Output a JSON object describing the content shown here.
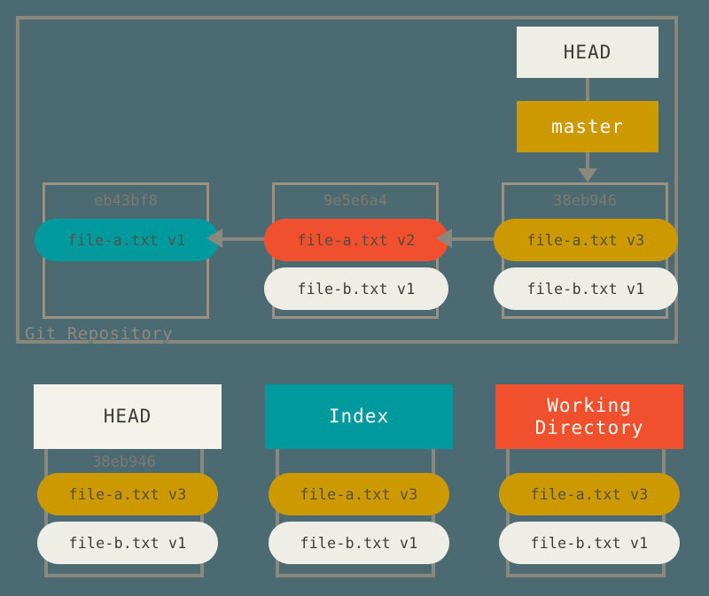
{
  "diagram": {
    "title": "Git data flow: repository, HEAD, index and working directory",
    "background_color": "#4c6a72",
    "colors": {
      "background": "#4c6a72",
      "border": "#8a877c",
      "teal": "#00999e",
      "red": "#f1502f",
      "yellow": "#cc9900",
      "cream": "#eeeee6"
    }
  },
  "repository": {
    "label": "Git Repository",
    "refs": [
      {
        "name": "HEAD",
        "label": "HEAD",
        "color": "#eeeee6"
      },
      {
        "name": "master",
        "label": "master",
        "color": "#cc9900"
      }
    ],
    "commits": [
      {
        "hash": "eb43bf8",
        "files": [
          {
            "label": "file-a.txt v1",
            "color": "teal"
          }
        ]
      },
      {
        "hash": "9e5e6a4",
        "files": [
          {
            "label": "file-a.txt v2",
            "color": "red"
          },
          {
            "label": "file-b.txt v1",
            "color": "cream"
          }
        ]
      },
      {
        "hash": "38eb946",
        "files": [
          {
            "label": "file-a.txt v3",
            "color": "yellow"
          },
          {
            "label": "file-b.txt v1",
            "color": "cream"
          }
        ]
      }
    ]
  },
  "areas": [
    {
      "title": "HEAD",
      "header_color": "#f3f3ec",
      "hash": "38eb946",
      "files": [
        {
          "label": "file-a.txt v3",
          "color": "yellow"
        },
        {
          "label": "file-b.txt v1",
          "color": "cream"
        }
      ]
    },
    {
      "title": "Index",
      "header_color": "#00999e",
      "hash": "",
      "files": [
        {
          "label": "file-a.txt v3",
          "color": "yellow"
        },
        {
          "label": "file-b.txt v1",
          "color": "cream"
        }
      ]
    },
    {
      "title": "Working\nDirectory",
      "title_line1": "Working",
      "title_line2": "Directory",
      "header_color": "#f1502f",
      "hash": "",
      "files": [
        {
          "label": "file-a.txt v3",
          "color": "yellow"
        },
        {
          "label": "file-b.txt v1",
          "color": "cream"
        }
      ]
    }
  ]
}
